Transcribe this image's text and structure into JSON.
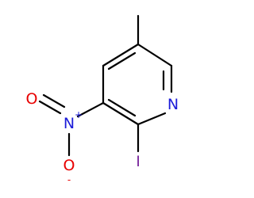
{
  "colors": {
    "bond": "#000000",
    "nitrogen": "#1c1cd9",
    "oxygen": "#e80000",
    "iodine": "#7b2a9e"
  },
  "atoms": {
    "ring_nitrogen": "N",
    "nitro_nitrogen": "N",
    "nitro_nitrogen_charge": "+",
    "oxygen_double": "O",
    "oxygen_single": "O",
    "oxygen_single_charge": "-",
    "iodine": "I"
  }
}
